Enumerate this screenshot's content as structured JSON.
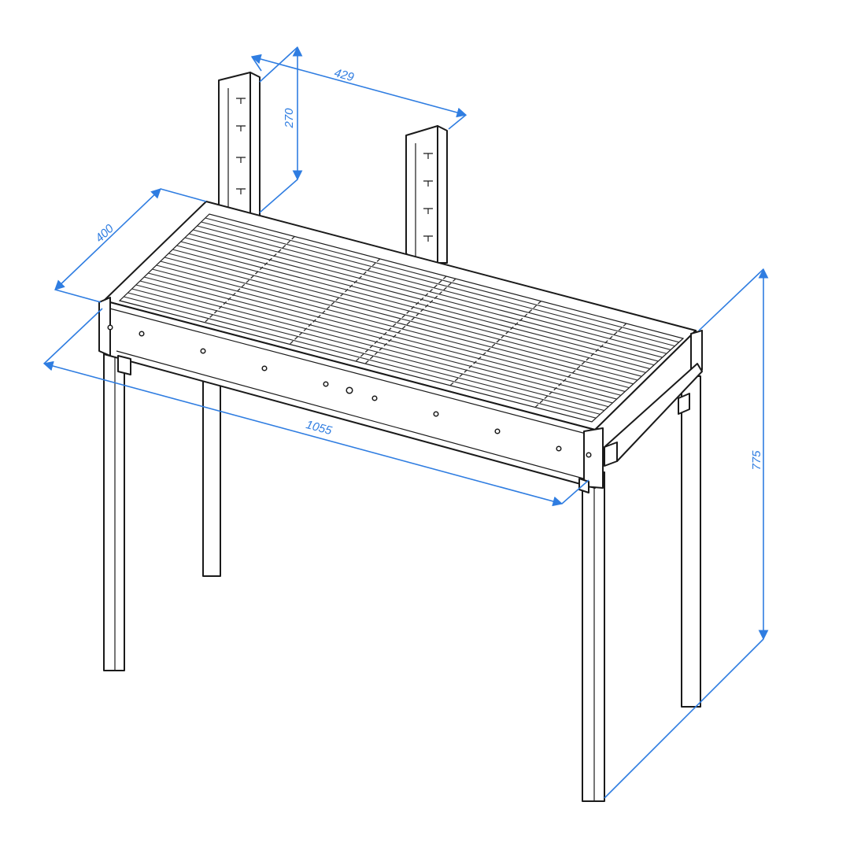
{
  "dimensions": {
    "bracket_spacing": "429",
    "bracket_height": "270",
    "depth": "400",
    "length": "1055",
    "height": "775"
  },
  "colors": {
    "dimension_line": "#2f7de1",
    "outline": "#1a1a1a",
    "background": "#ffffff"
  }
}
